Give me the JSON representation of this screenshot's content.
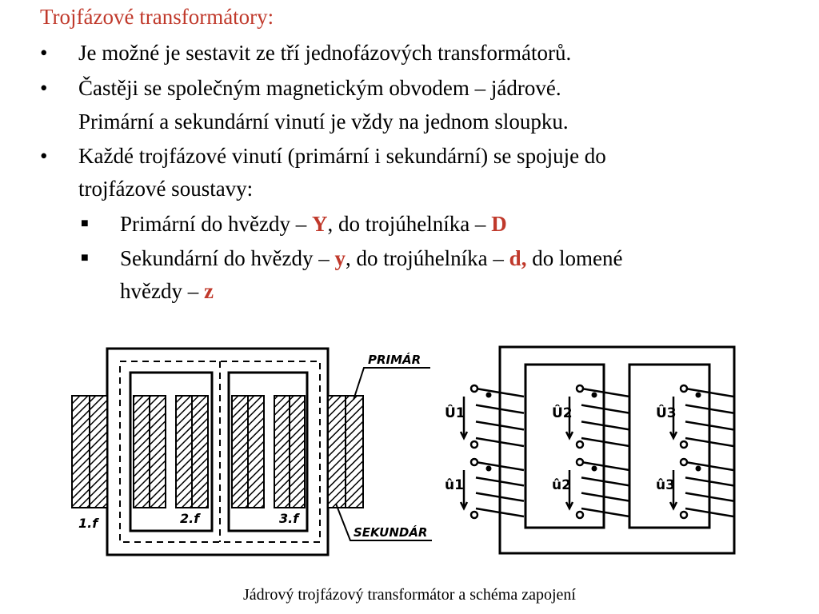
{
  "title": "Trojfázové transformátory:",
  "bullets": {
    "b1": "Je možné je sestavit ze tří jednofázových transformátorů.",
    "b2_line1": "Častěji se společným magnetickým obvodem – jádrové.",
    "b2_line2": "Primární a sekundární vinutí je vždy na jednom sloupku.",
    "b3_line1": "Každé trojfázové vinutí (primární i sekundární) se spojuje do",
    "b3_line2": "trojfázové soustavy:",
    "s1_pre": "Primární do hvězdy – ",
    "s1_Y": "Y",
    "s1_mid": ", do trojúhelníka – ",
    "s1_D": "D",
    "s2_pre": "Sekundární do hvězdy – ",
    "s2_y": "y",
    "s2_mid": ", do trojúhelníka – ",
    "s2_d": "d,",
    "s2_post": " do lomené",
    "s2_line2_pre": "hvězdy – ",
    "s2_z": "z"
  },
  "bullet_glyph": "•",
  "square_glyph": "■",
  "figure_left": {
    "label_primar": "PRIMÁR",
    "label_sekundar": "SEKUNDÁR",
    "phase1": "1.f",
    "phase2": "2.f",
    "phase3": "3.f"
  },
  "figure_right": {
    "U1": "Û1",
    "U2": "Û2",
    "U3": "Û3",
    "u1": "û1",
    "u2": "û2",
    "u3": "û3"
  },
  "caption": "Jádrový trojfázový transformátor a schéma zapojení",
  "colors": {
    "accent_red": "#c0392b",
    "text": "#000000"
  }
}
